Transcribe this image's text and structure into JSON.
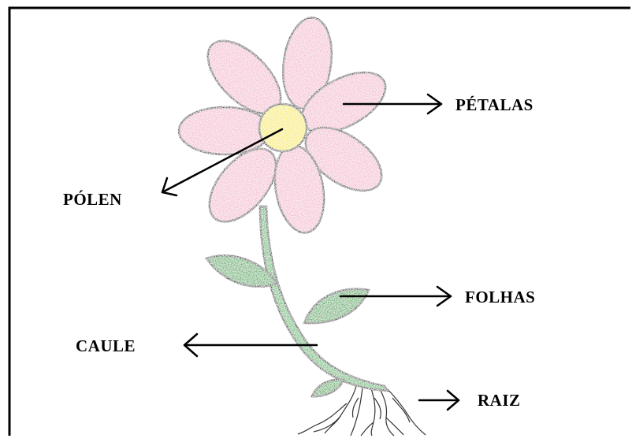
{
  "diagram": {
    "labels": {
      "petalas": "PÉTALAS",
      "polen": "PÓLEN",
      "folhas": "FOLHAS",
      "caule": "CAULE",
      "raiz": "RAIZ"
    },
    "colors": {
      "petal": "#f3b8cc",
      "center": "#f6e93a",
      "leaf": "#3aa64a",
      "stem": "#49b55a",
      "outline": "#111111",
      "frame": "#000000"
    }
  }
}
